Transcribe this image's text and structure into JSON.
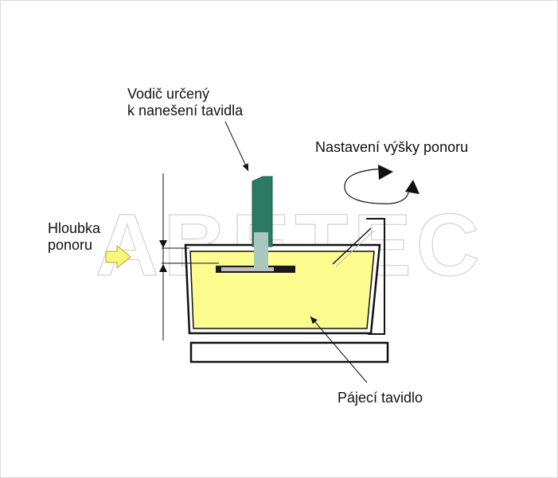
{
  "labels": {
    "wire_line1": "Vodič určený",
    "wire_line2": "k nanešení tavidla",
    "height_adjust": "Nastavení výšky ponoru",
    "depth_line1": "Hloubka",
    "depth_line2": "ponoru",
    "flux": "Pájecí tavidlo"
  },
  "watermark": "ABETEC",
  "colors": {
    "flux_fill": "#fdfc8e",
    "wire_green": "#2b7a62",
    "wire_light": "#a8c7bf",
    "depth_arrow": "#fbf57a",
    "outline": "#111111"
  }
}
